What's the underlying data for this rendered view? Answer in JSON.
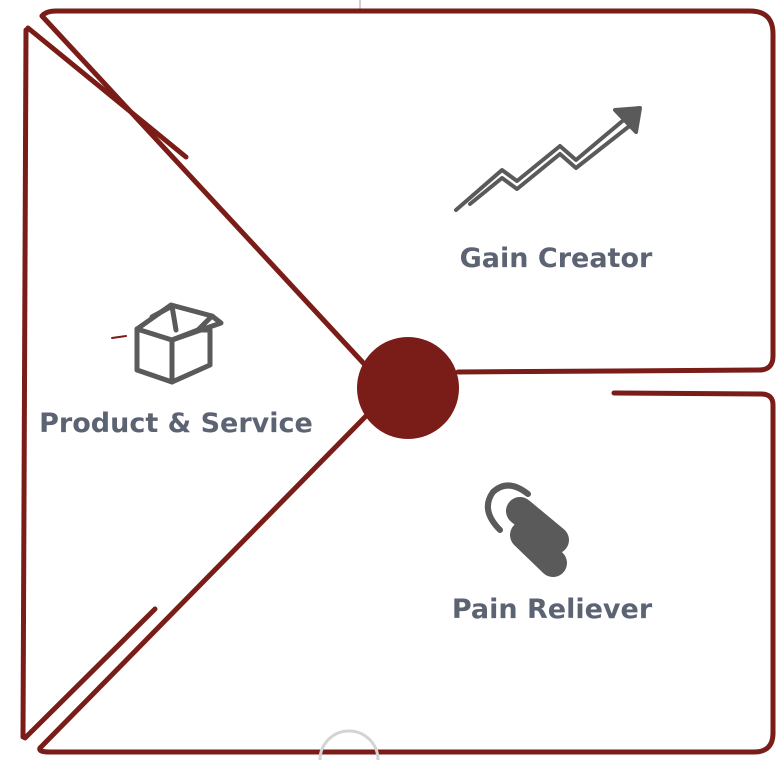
{
  "colors": {
    "accent": "#7a1c17",
    "icon": "#5a5a5a",
    "label": "#5c6372",
    "background": "#ffffff"
  },
  "sections": {
    "gain_creator": {
      "label": "Gain Creator",
      "icon": "trending-up-icon"
    },
    "product_service": {
      "label": "Product & Service",
      "icon": "open-box-icon"
    },
    "pain_reliever": {
      "label": "Pain Reliever",
      "icon": "capsule-pill-icon"
    }
  }
}
